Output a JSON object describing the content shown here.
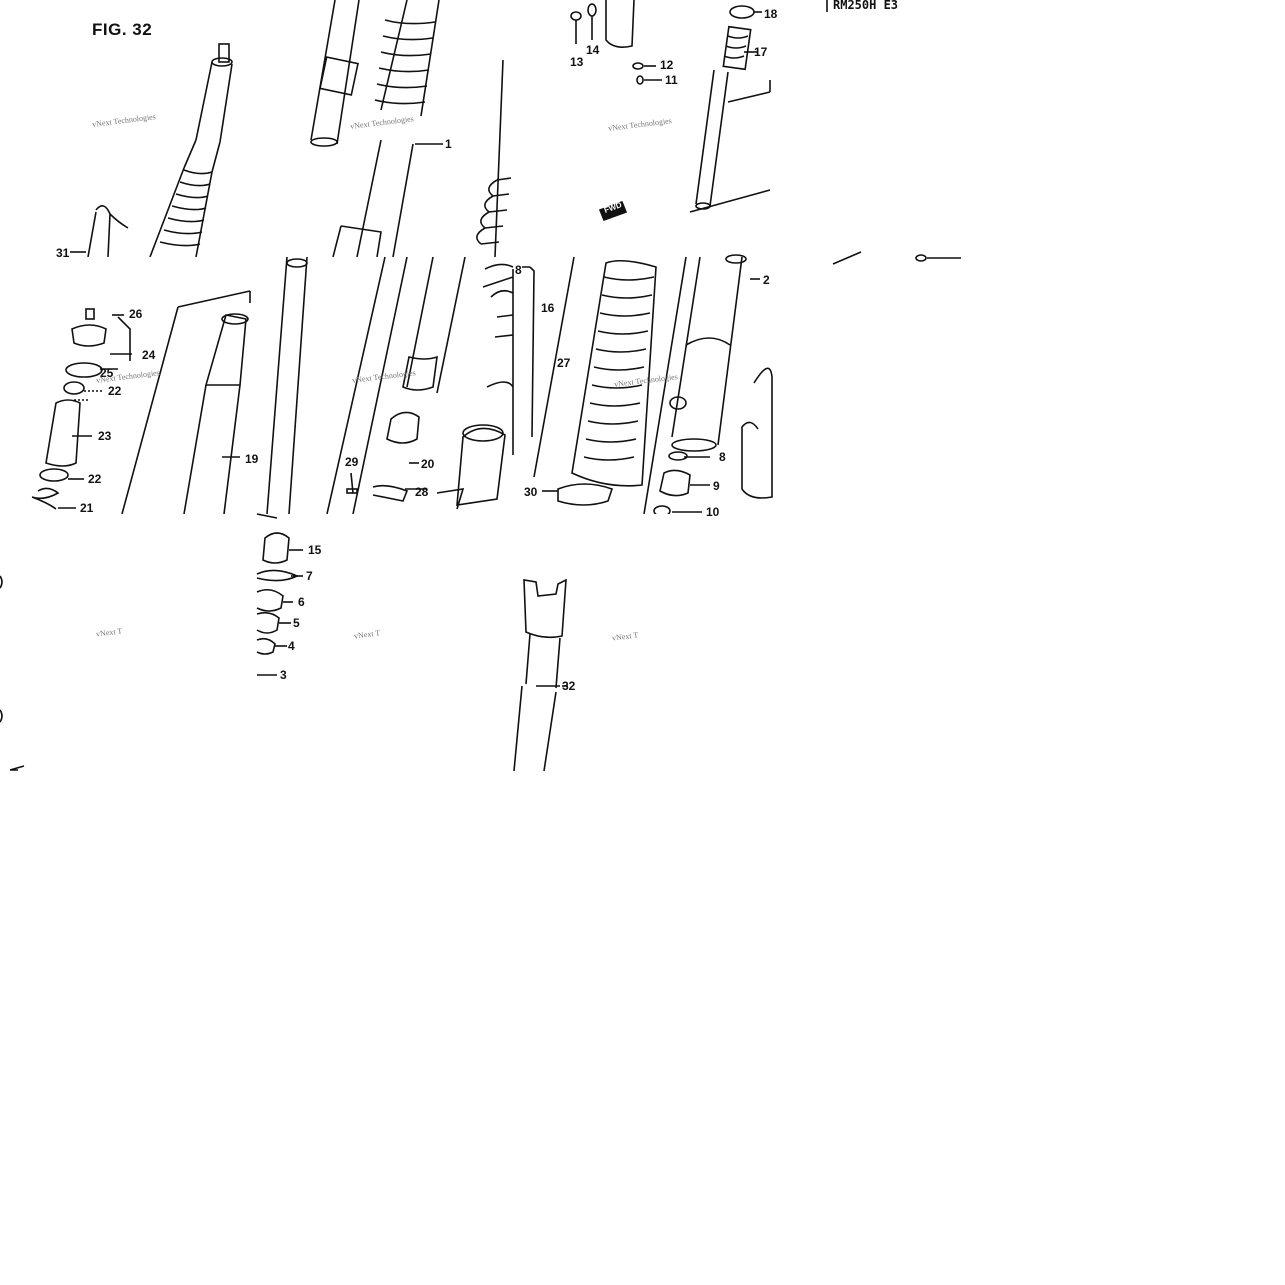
{
  "figure": {
    "title": "FIG. 32",
    "model": "RM250H E3",
    "direction_tag": "FWD"
  },
  "watermark": {
    "text": "vNext Technologies",
    "text_cropped": "vNext T"
  },
  "callouts": {
    "c1": "1",
    "c2": "2",
    "c3": "3",
    "c4": "4",
    "c5": "5",
    "c6": "6",
    "c7": "7",
    "c8a": "8",
    "c8b": "8",
    "c9": "9",
    "c10": "10",
    "c11": "11",
    "c12": "12",
    "c13": "13",
    "c14": "14",
    "c15": "15",
    "c16": "16",
    "c17": "17",
    "c18": "18",
    "c19": "19",
    "c20": "20",
    "c21": "21",
    "c22a": "22",
    "c22b": "22",
    "c23": "23",
    "c24": "24",
    "c25": "25",
    "c26": "26",
    "c27": "27",
    "c28": "28",
    "c29": "29",
    "c30": "30",
    "c31": "31",
    "c32": "32"
  },
  "colors": {
    "ink": "#111111",
    "background": "#ffffff",
    "watermark": "#777777"
  }
}
